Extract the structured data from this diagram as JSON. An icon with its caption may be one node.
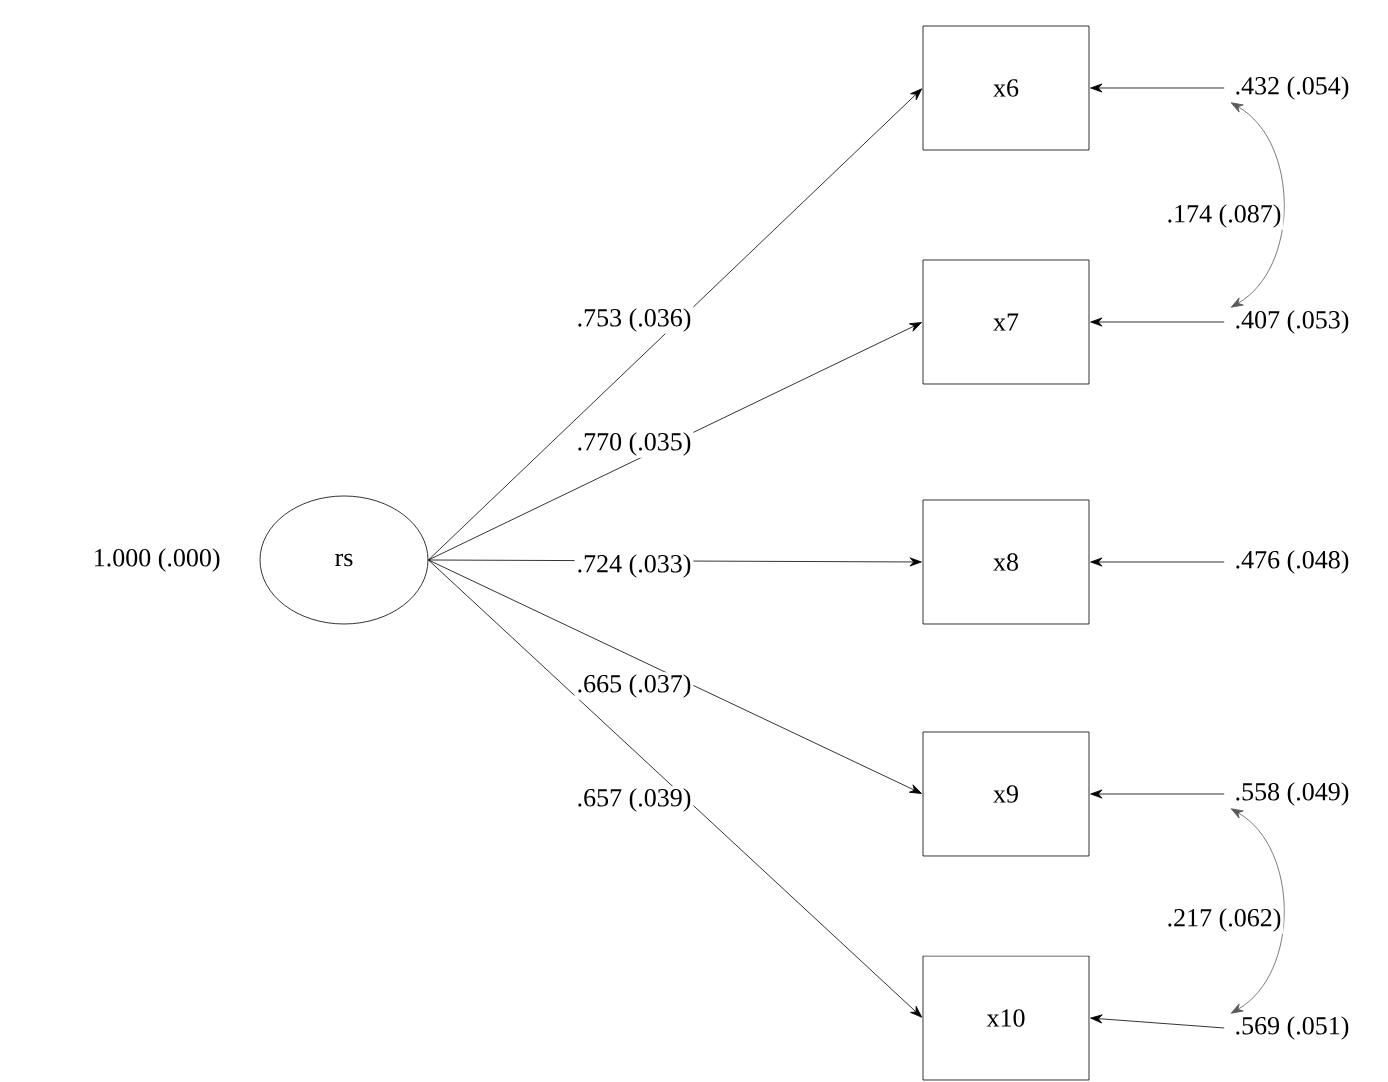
{
  "diagram": {
    "nodes": [
      {
        "text": [
          "rs"
        ],
        "beside": [
          "1.000 (.000)"
        ]
      },
      {
        "text": [
          "x6"
        ]
      },
      {
        "text": [
          "x7"
        ]
      },
      {
        "text": [
          "x8"
        ]
      },
      {
        "text": [
          "x9"
        ]
      },
      {
        "text": [
          "x10"
        ]
      },
      {
        "text": [
          ".432 (.054)"
        ]
      },
      {
        "text": [
          ".407 (.053)"
        ]
      },
      {
        "text": [
          ".476 (.048)"
        ]
      },
      {
        "text": [
          ".558 (.049)"
        ]
      },
      {
        "text": [
          ".569 (.051)"
        ]
      }
    ],
    "edges": [
      {
        "from": 0,
        "to": 1,
        "arrow": "to",
        "label": ".753 (.036)"
      },
      {
        "from": 0,
        "to": 2,
        "arrow": "to",
        "label": ".770 (.035)"
      },
      {
        "from": 0,
        "to": 3,
        "arrow": "to",
        "label": ".724 (.033)"
      },
      {
        "from": 0,
        "to": 4,
        "arrow": "to",
        "label": ".665 (.037)"
      },
      {
        "from": 0,
        "to": 5,
        "arrow": "to",
        "label": ".657 (.039)"
      },
      {
        "from": 6,
        "to": 1,
        "arrow": "to"
      },
      {
        "from": 7,
        "to": 2,
        "arrow": "to"
      },
      {
        "from": 8,
        "to": 3,
        "arrow": "to"
      },
      {
        "from": 9,
        "to": 4,
        "arrow": "to"
      },
      {
        "from": 10,
        "to": 5,
        "arrow": "to"
      },
      {
        "from": 6,
        "to": 7,
        "arrow": "both",
        "label": ".174 (.087)"
      },
      {
        "from": 9,
        "to": 10,
        "arrow": "both",
        "label": ".217 (.062)"
      }
    ]
  }
}
